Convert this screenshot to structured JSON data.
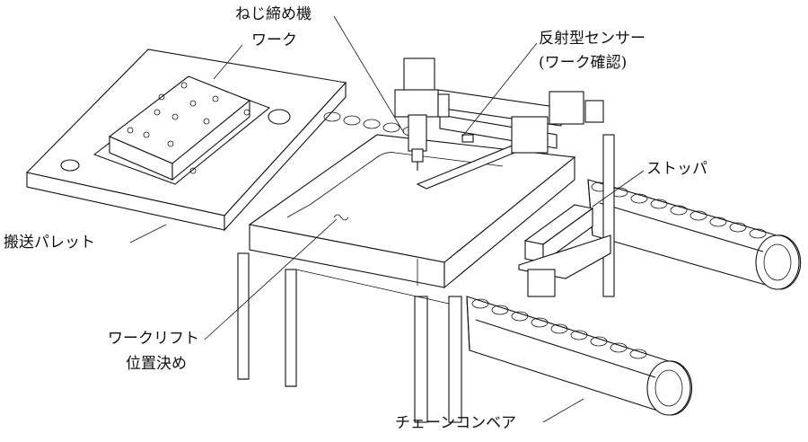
{
  "labels": {
    "screw_machine": "ねじ締め機",
    "work": "ワーク",
    "sensor_line1": "反射型センサー",
    "sensor_line2": "(ワーク確認)",
    "stopper": "ストッパ",
    "pallet": "搬送パレット",
    "lift_line1": "ワークリフト",
    "lift_line2": "位置決め",
    "chain_conveyor": "チェーンコンベア"
  }
}
